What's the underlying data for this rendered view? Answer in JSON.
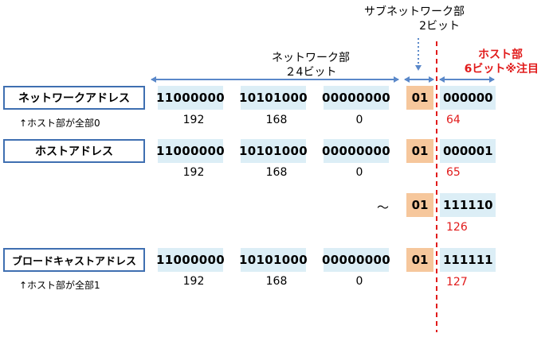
{
  "header": {
    "subnet_title": "サブネットワーク部",
    "subnet_bits": "2ビット",
    "network_title": "ネットワーク部",
    "network_bits": "２4ビット",
    "host_title": "ホスト部",
    "host_bits": "6ビット※注目"
  },
  "rows": {
    "network": {
      "label": "ネットワークアドレス",
      "octets": [
        "11000000",
        "10101000",
        "00000000"
      ],
      "subnet": "01",
      "host": "000000",
      "decimals": [
        "192",
        "168",
        "0"
      ],
      "host_decimal": "64",
      "note": "↑ホスト部が全部0"
    },
    "host": {
      "label": "ホストアドレス",
      "octets": [
        "11000000",
        "10101000",
        "00000000"
      ],
      "subnet": "01",
      "host": "000001",
      "decimals": [
        "192",
        "168",
        "0"
      ],
      "host_decimal": "65"
    },
    "range": {
      "tilde": "～",
      "subnet": "01",
      "host": "111110",
      "host_decimal": "126"
    },
    "broadcast": {
      "label": "ブロードキャストアドレス",
      "octets": [
        "11000000",
        "10101000",
        "00000000"
      ],
      "subnet": "01",
      "host": "111111",
      "decimals": [
        "192",
        "168",
        "0"
      ],
      "host_decimal": "127",
      "note": "↑ホスト部が全部1"
    }
  },
  "colors": {
    "accent_blue": "#3f6fb1",
    "arrow_blue": "#5a88c9",
    "octet_bg": "#dceef6",
    "subnet_bg": "#f6c79c",
    "highlight_red": "#e11b1b"
  }
}
